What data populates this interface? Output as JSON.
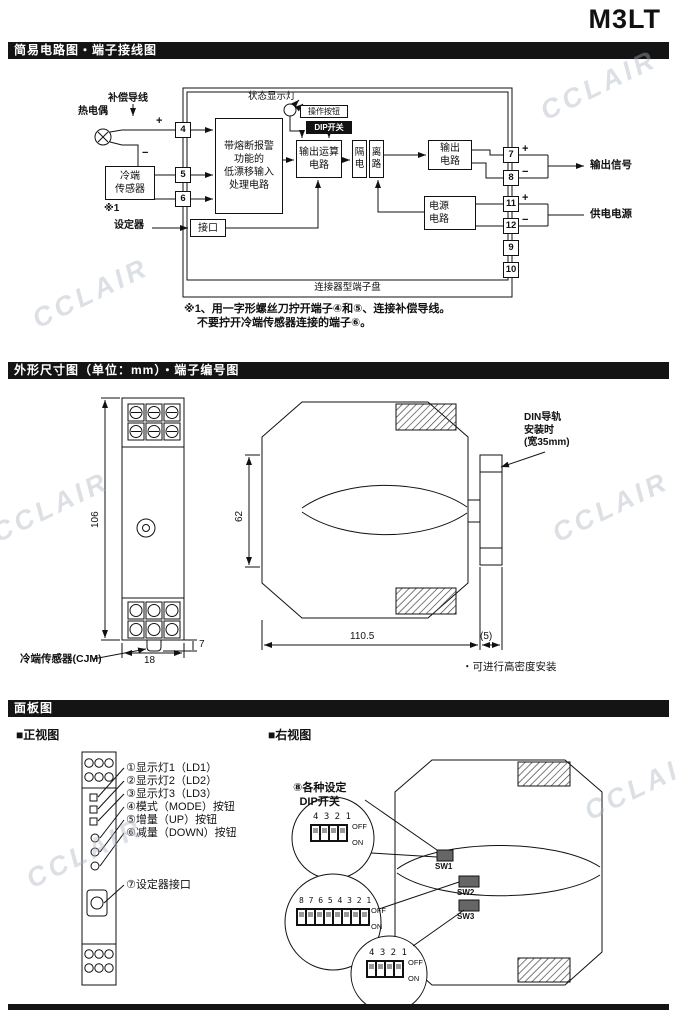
{
  "page": {
    "title": "M3LT",
    "watermark": "CCLAIR"
  },
  "sections": {
    "circuit": {
      "header": "简易电路图・端子接线图"
    },
    "dimensions": {
      "header": "外形尺寸图（单位：mm）・端子编号图"
    },
    "panel": {
      "header": "面板图"
    }
  },
  "circuit": {
    "compensation_wire": "补偿导线",
    "thermocouple": "热电偶",
    "cold_junction_sensor": "冷端\n传感器",
    "note_ref": "※1",
    "configurator": "设定器",
    "interface": "接口",
    "status_lamp": "状态显示灯",
    "operation_button": "操作按钮",
    "dip_switch": "DIP开关",
    "input_block": "带熔断报警\n功能的\n低漂移输入\n处理电路",
    "output_op_block": "输出运算\n电路",
    "iso_left": "隔\n电",
    "iso_right": "离\n路",
    "output_block": "输出\n电路",
    "power_block": "电源\n电路",
    "terminal_strip": "连接器型端子盘",
    "output_signal": "输出信号",
    "supply_power": "供电电源",
    "plus": "+",
    "minus": "−",
    "terminals": {
      "t4": "4",
      "t5": "5",
      "t6": "6",
      "t7": "7",
      "t8": "8",
      "t11": "11",
      "t12": "12",
      "t9": "9",
      "t10": "10"
    },
    "note1": "※1、用一字形螺丝刀拧开端子④和⑤、连接补偿导线。",
    "note2": "不要拧开冷端传感器连接的端子⑥。"
  },
  "dimensions": {
    "height": "106",
    "width": "18",
    "foot": "7",
    "side_height": "62",
    "depth": "110.5",
    "din_extra": "(5)",
    "cjm_label": "冷端传感器(CJM)",
    "din_note": "DIN导轨\n安装时\n(宽35mm)",
    "density_note": "・可进行高密度安装"
  },
  "panel": {
    "front_title": "■正视图",
    "right_title": "■右视图",
    "callouts": [
      "①显示灯1（LD1）",
      "②显示灯2（LD2）",
      "③显示灯3（LD3）",
      "④模式（MODE）按钮",
      "⑤增量（UP）按钮",
      "⑥减量（DOWN）按钮",
      "⑦设定器接口"
    ],
    "dip_label": "⑧各种设定\nDIP开关",
    "off": "OFF",
    "on": "ON",
    "sw1": {
      "name": "SW1",
      "numbers": "4 3 2 1"
    },
    "sw2": {
      "name": "SW2",
      "numbers": "8 7 6 5 4 3 2 1"
    },
    "sw3": {
      "name": "SW3",
      "numbers": "4 3 2 1"
    }
  }
}
